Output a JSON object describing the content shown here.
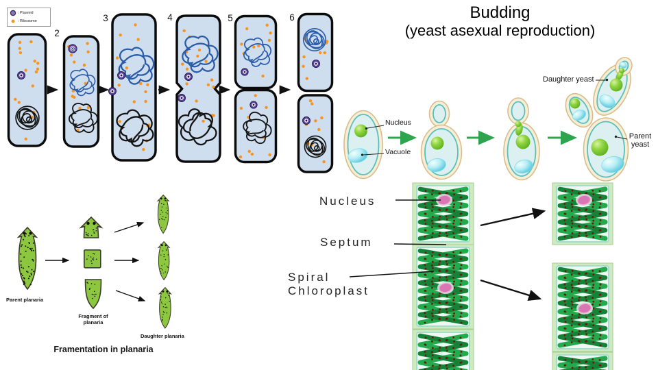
{
  "binary_fission": {
    "legend": {
      "plasmid_label": ": Plasmid",
      "ribosome_label": ": Ribosome"
    },
    "step_numbers": [
      "2",
      "3",
      "4",
      "5",
      "6"
    ]
  },
  "budding": {
    "title": "Budding",
    "subtitle": "(yeast asexual reproduction)",
    "nucleus_label": "Nucleus",
    "vacuole_label": "Vacuole",
    "daughter_label": "Daughter yeast",
    "parent_label_line1": "Parent",
    "parent_label_line2": "yeast"
  },
  "fragmentation_planaria": {
    "parent_label": "Parent planaria",
    "fragment_label_line1": "Fragment of",
    "fragment_label_line2": "planaria",
    "daughter_label": "Daughter planaria",
    "caption": "Framentation in planaria"
  },
  "fragmentation_spirogyra": {
    "nucleus_label": "Nucleus",
    "septum_label": "Septum",
    "chloroplast_label_line1": "Spiral",
    "chloroplast_label_line2": "Chloroplast"
  },
  "colors": {
    "bacteria_cell_fill": "#cfdeef",
    "ribosome_orange": "#f7941d",
    "plasmid_purple": "#5b3fa0",
    "dna_blue": "#2b5ca8",
    "yeast_wall": "#f8eed6",
    "yeast_cytoplasm": "#dcf0f2",
    "nucleus_green": "#76c52f",
    "vacuole_cyan": "#7fdcec",
    "arrow_green": "#2fa44f",
    "planaria_green": "#8dc63f",
    "chloroplast_green": "#1e9e44",
    "spirogyra_nucleus_pink": "#d877b3"
  }
}
